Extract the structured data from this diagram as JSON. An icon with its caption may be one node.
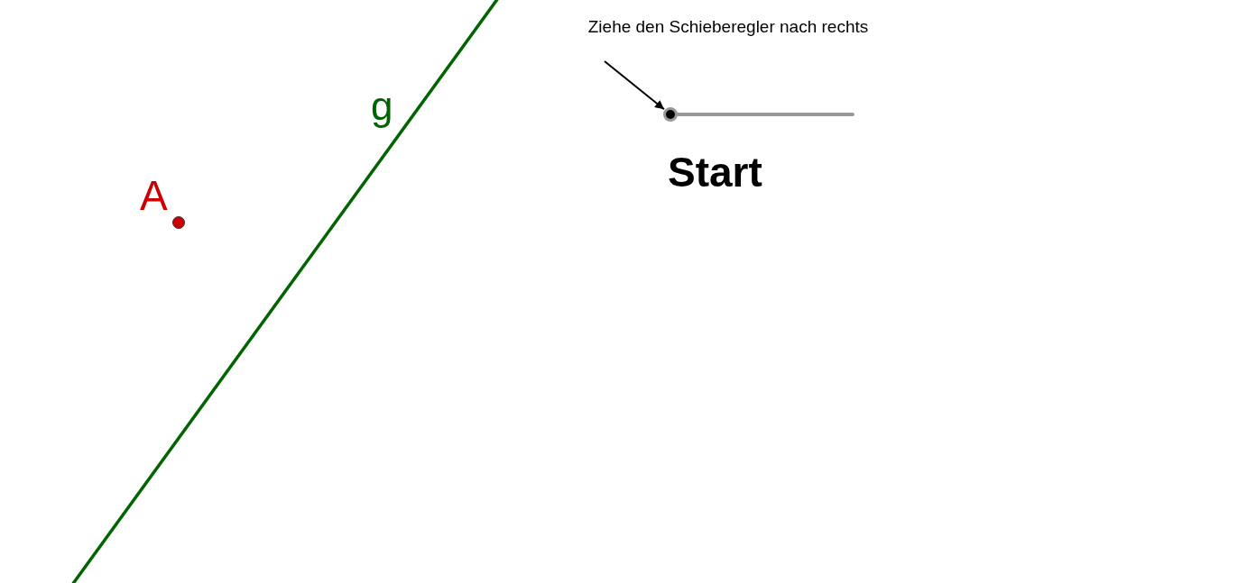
{
  "diagram": {
    "nodes": [
      {
        "text": [
          "Ziehe den Schieberegler nach rechts"
        ]
      },
      {
        "text": [],
        "shape": "circle"
      }
    ],
    "edges": [
      {
        "from": 0,
        "to": 1,
        "arrow": "to"
      }
    ],
    "labels": [
      "g",
      "A",
      "Start"
    ]
  }
}
